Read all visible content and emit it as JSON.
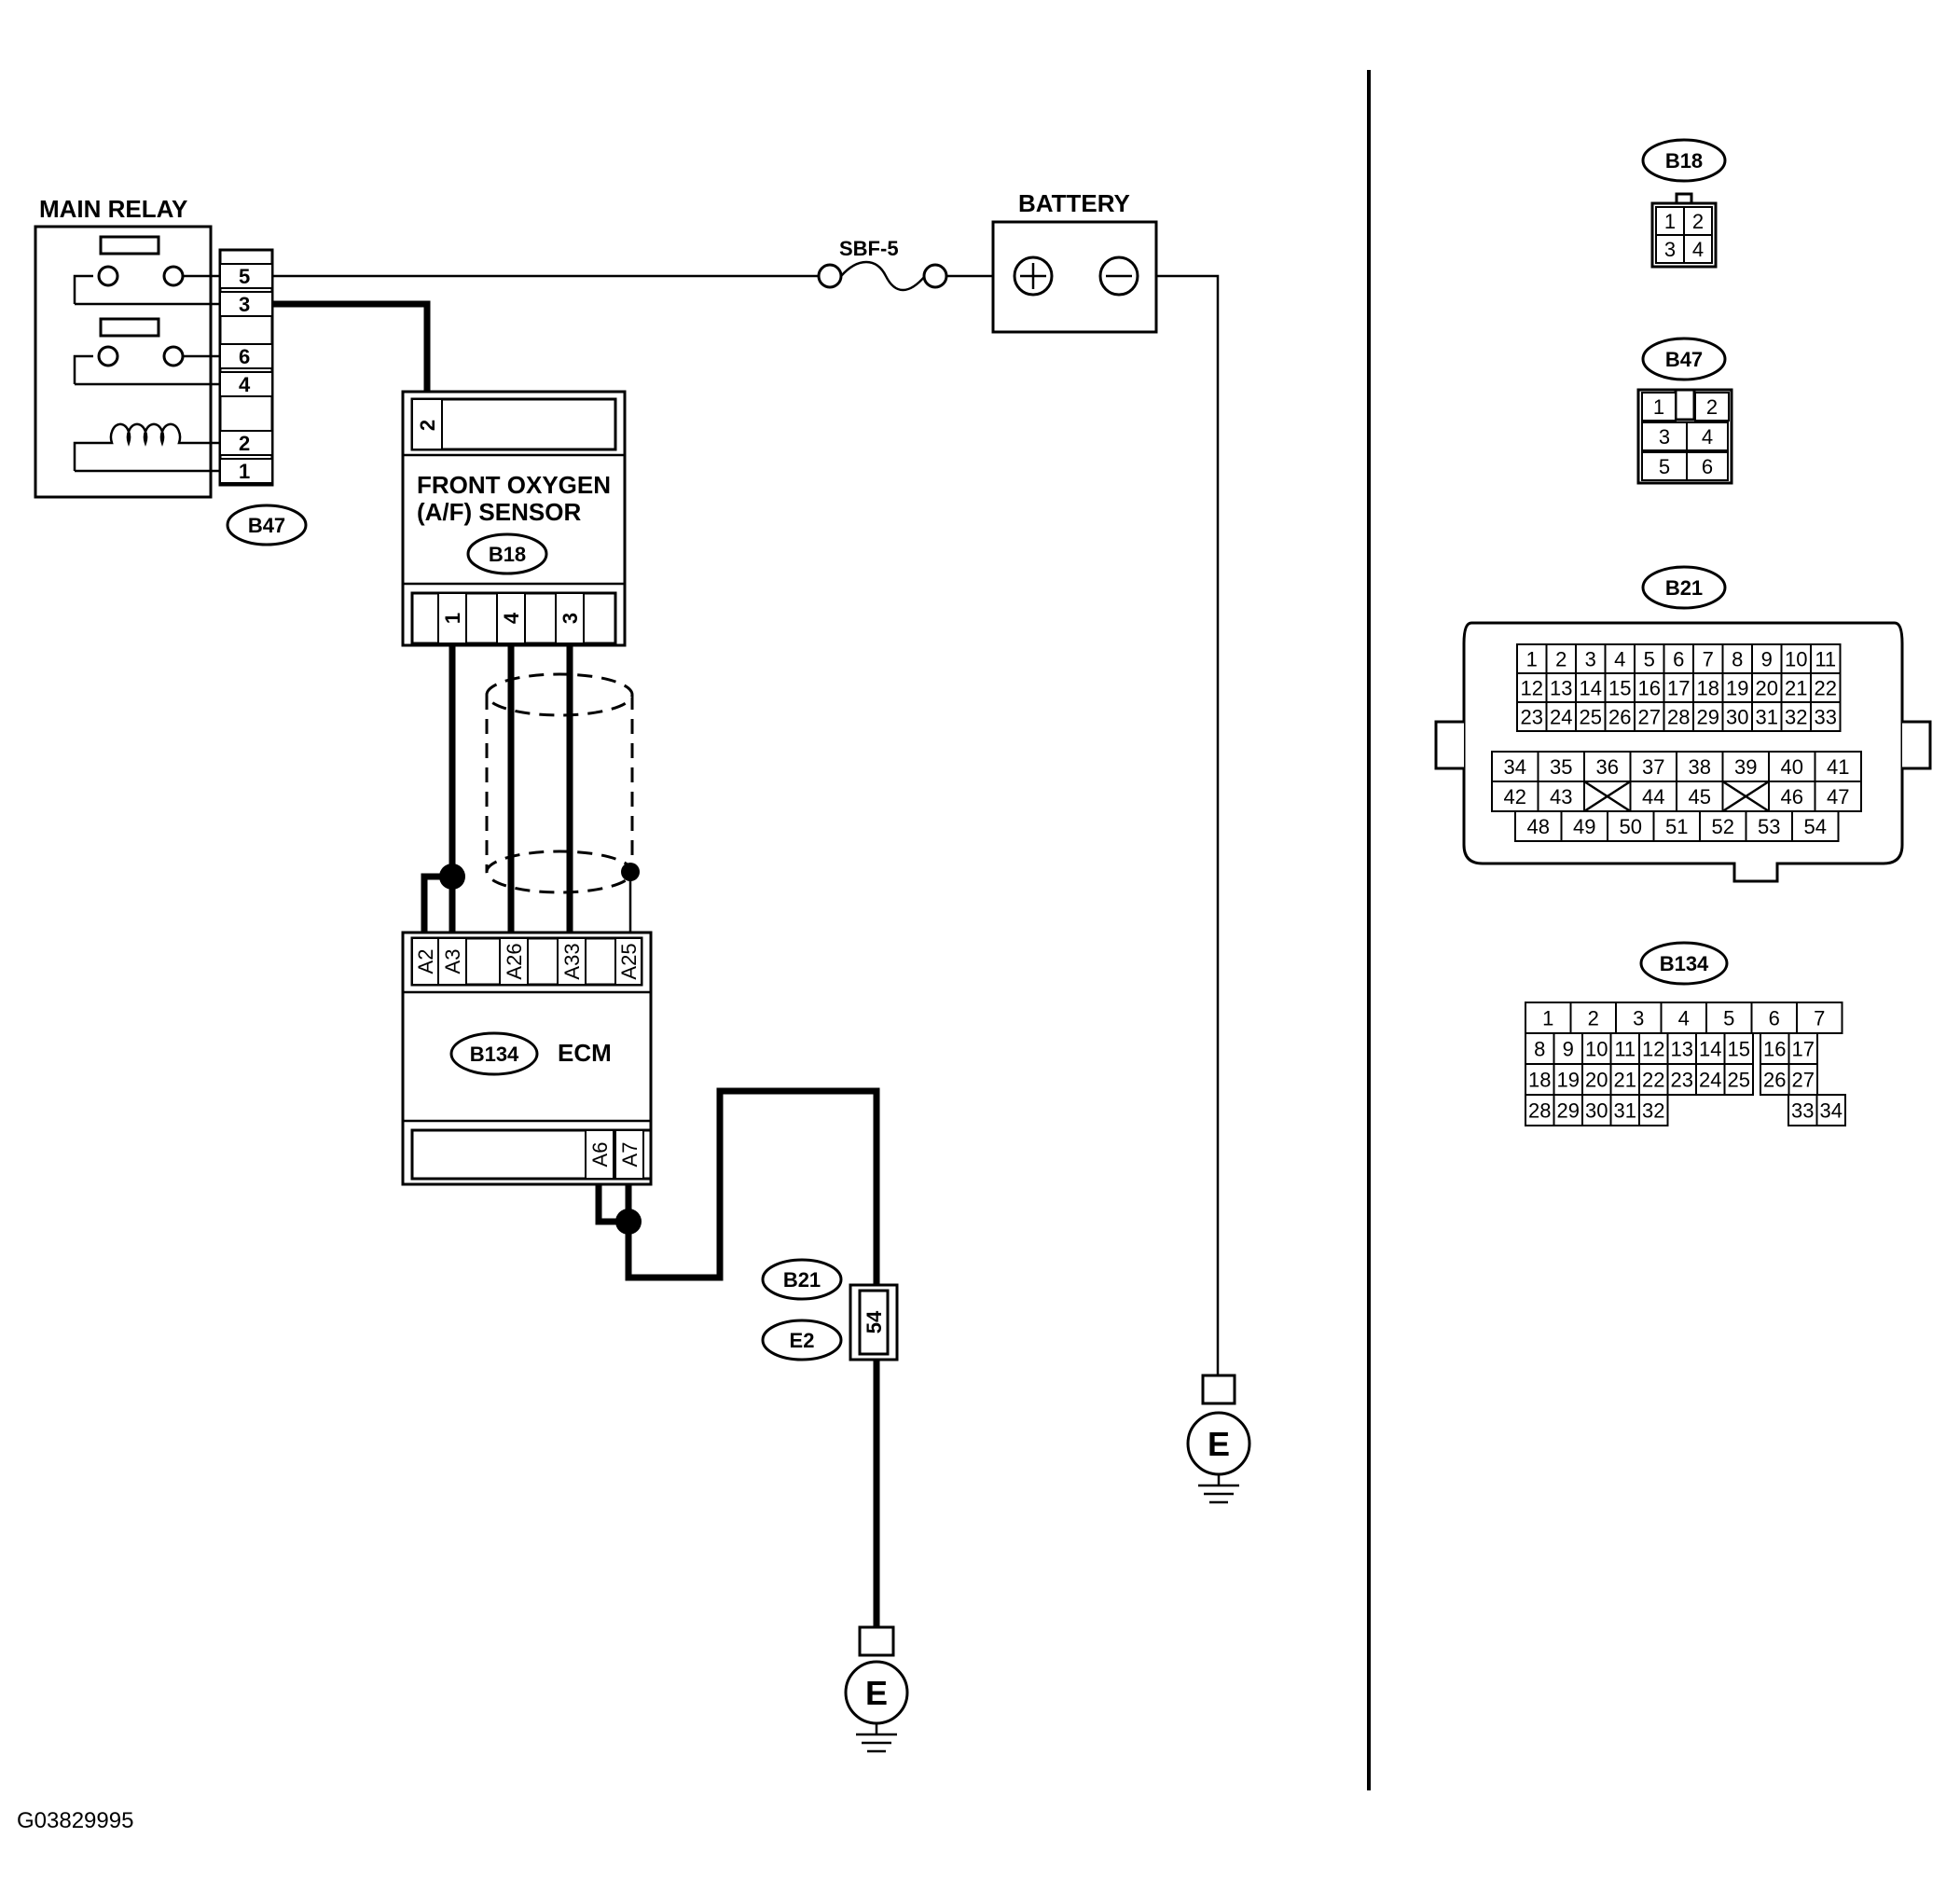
{
  "main_relay": {
    "title": "MAIN RELAY",
    "pins": [
      "5",
      "3",
      "6",
      "4",
      "2",
      "1"
    ],
    "connector": "B47"
  },
  "sbf": {
    "label": "SBF-5"
  },
  "battery": {
    "title": "BATTERY"
  },
  "sensor": {
    "title_line1": "FRONT OXYGEN",
    "title_line2": "(A/F) SENSOR",
    "connector": "B18",
    "top_pin": "2",
    "bottom_pins": [
      "1",
      "4",
      "3"
    ]
  },
  "ecm": {
    "title": "ECM",
    "connector": "B134",
    "top_pins": [
      "A2",
      "A3",
      "A26",
      "A33",
      "A25"
    ],
    "bottom_pins": [
      "A6",
      "A7"
    ]
  },
  "joint": {
    "connector1": "B21",
    "connector2": "E2",
    "pin": "54"
  },
  "ground": {
    "label": "E"
  },
  "figure_id": "G03829995",
  "connector_views": {
    "b18": {
      "name": "B18",
      "rows": [
        [
          "1",
          "2"
        ],
        [
          "3",
          "4"
        ]
      ]
    },
    "b47": {
      "name": "B47",
      "rows": [
        [
          "1",
          "2"
        ],
        [
          "3",
          "4"
        ],
        [
          "5",
          "6"
        ]
      ]
    },
    "b21": {
      "name": "B21",
      "upper_rows": [
        [
          "1",
          "2",
          "3",
          "4",
          "5",
          "6",
          "7",
          "8",
          "9",
          "10",
          "11"
        ],
        [
          "12",
          "13",
          "14",
          "15",
          "16",
          "17",
          "18",
          "19",
          "20",
          "21",
          "22"
        ],
        [
          "23",
          "24",
          "25",
          "26",
          "27",
          "28",
          "29",
          "30",
          "31",
          "32",
          "33"
        ]
      ],
      "lower_rows": [
        [
          "34",
          "35",
          "36",
          "37",
          "38",
          "39",
          "40",
          "41"
        ],
        [
          "42",
          "43",
          "44",
          "45",
          "46",
          "47"
        ],
        [
          "48",
          "49",
          "50",
          "51",
          "52",
          "53",
          "54"
        ]
      ]
    },
    "b134": {
      "name": "B134",
      "rows": [
        [
          "1",
          "2",
          "3",
          "4",
          "5",
          "6",
          "7"
        ],
        [
          "8",
          "9",
          "10",
          "11",
          "12",
          "13",
          "14",
          "15",
          "16",
          "17"
        ],
        [
          "18",
          "19",
          "20",
          "21",
          "22",
          "23",
          "24",
          "25",
          "26",
          "27"
        ],
        [
          "28",
          "29",
          "30",
          "31",
          "32",
          "33",
          "34"
        ]
      ]
    }
  }
}
